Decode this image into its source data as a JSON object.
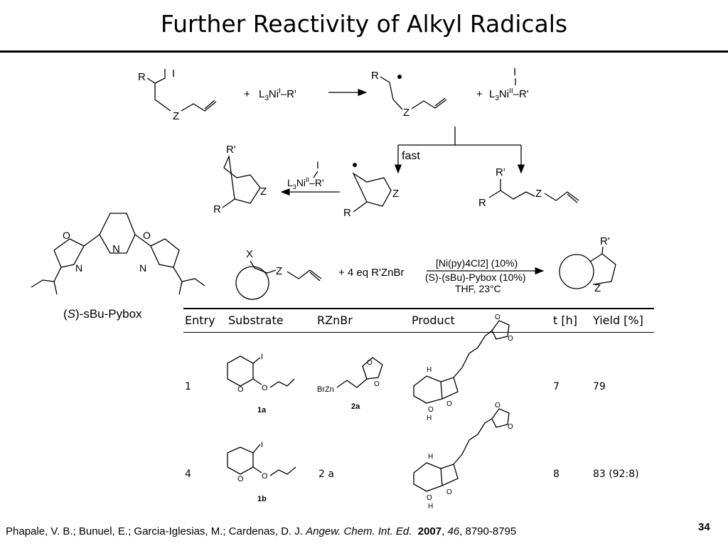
{
  "slide": {
    "title": "Further Reactivity of Alkyl Radicals",
    "page_number": "34"
  },
  "mechanism": {
    "labels": {
      "R": "R",
      "I": "I",
      "Z": "Z",
      "R_prime": "R'",
      "plus": "+",
      "ni_reagent": "L3NiI–R'",
      "ni_oxidized": "L3NiII–R'",
      "fast": "fast"
    }
  },
  "coupling": {
    "substrate_X": "X",
    "substrate_Z": "Z",
    "reagent": "+ 4 eq R'ZnBr",
    "catalyst": "[Ni(py)4Cl2] (10%)",
    "ligand": "(S)-(sBu)-Pybox (10%)",
    "conditions": "THF, 23°C",
    "product_R": "R'",
    "product_Z": "Z"
  },
  "ligand": {
    "caption_prefix": "(",
    "caption_italic": "S",
    "caption_suffix": ")-sBu-Pybox",
    "atoms": {
      "O": "O",
      "N": "N"
    }
  },
  "table": {
    "headers": [
      "Entry",
      "Substrate",
      "RZnBr",
      "Product",
      "t [h]",
      "Yield [%]"
    ],
    "rows": [
      {
        "entry": "1",
        "substrate": "1a",
        "rznbr": "2a",
        "rznbr_prefix": "BrZn",
        "t": "7",
        "yield": "79"
      },
      {
        "entry": "4",
        "substrate": "1b",
        "rznbr": "2 a",
        "rznbr_prefix": "",
        "t": "8",
        "yield": "83  (92:8)"
      }
    ]
  },
  "citation": {
    "authors": "Phapale, V. B.; Bunuel, E.; Garcia-Iglesias, M.; Cardenas, D. J. ",
    "journal": "Angew. Chem. Int. Ed.",
    "year": "2007",
    "volume": "46",
    "pages": ", 8790-8795"
  }
}
